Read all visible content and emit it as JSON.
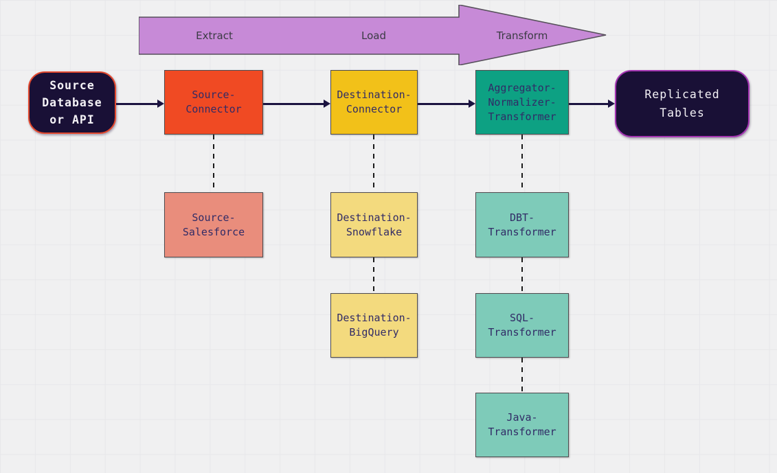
{
  "diagram": {
    "stages": [
      {
        "label": "Extract"
      },
      {
        "label": "Load"
      },
      {
        "label": "Transform"
      }
    ],
    "nodes": {
      "source_db": {
        "label": "Source\nDatabase\nor API"
      },
      "source_connector": {
        "label": "Source-\nConnector"
      },
      "destination_connector": {
        "label": "Destination-\nConnector"
      },
      "aggregator": {
        "label": "Aggregator-\nNormalizer-\nTransformer"
      },
      "replicated_tables": {
        "label": "Replicated\nTables"
      },
      "source_salesforce": {
        "label": "Source-\nSalesforce"
      },
      "destination_snowflake": {
        "label": "Destination-\nSnowflake"
      },
      "destination_bigquery": {
        "label": "Destination-\nBigQuery"
      },
      "dbt_transformer": {
        "label": "DBT-\nTransformer"
      },
      "sql_transformer": {
        "label": "SQL-\nTransformer"
      },
      "java_transformer": {
        "label": "Java-\nTransformer"
      }
    },
    "colors": {
      "background": "#f0f0f1",
      "stage_arrow_fill": "#c78ad7",
      "connector_line": "#1b1340",
      "node_navy": "#191036",
      "source_connector": "#f04a23",
      "destination_connector": "#f2c119",
      "transformer": "#0da183",
      "source_variant": "#e98d7c",
      "destination_variant": "#f3da7e",
      "transformer_variant": "#7ecbb9",
      "source_db_border": "#e2492f",
      "replicated_tables_border": "#a435b2"
    }
  }
}
